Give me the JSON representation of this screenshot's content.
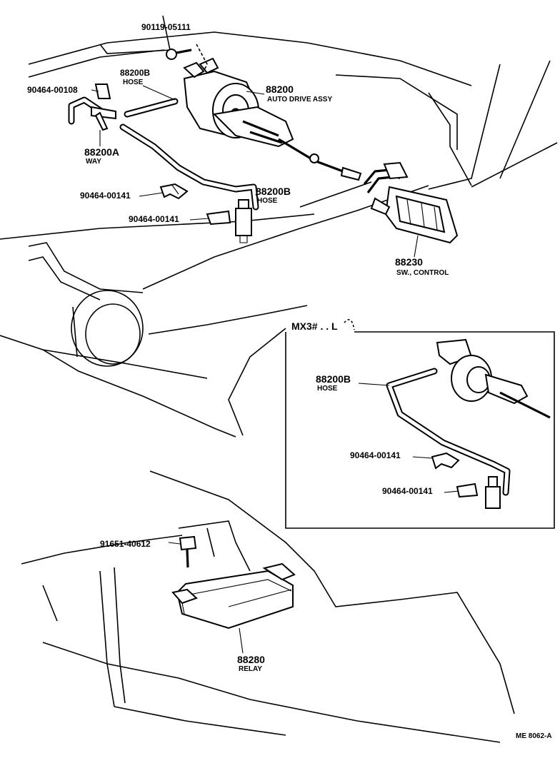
{
  "labels": {
    "bolt_top": "90119-05111",
    "hose_top": "88200B",
    "hose_top_sub": "HOSE",
    "clamp_top": "90464-00108",
    "actuator": "88200",
    "actuator_sub": "AUTO DRIVE ASSY",
    "way": "88200A",
    "way_sub": "WAY",
    "clip_left": "90464-00141",
    "hose_mid": "88200B",
    "hose_mid_sub": "HOSE",
    "clip_left2": "90464-00141",
    "switch": "88230",
    "switch_sub": "SW., CONTROL",
    "inset_title": "MX3# . . L",
    "inset_hose": "88200B",
    "inset_hose_sub": "HOSE",
    "inset_clip1": "90464-00141",
    "inset_clip2": "90464-00141",
    "bolt_bottom": "91651-40612",
    "relay": "88280",
    "relay_sub": "RELAY",
    "figure_code": "ME 8062-A"
  }
}
